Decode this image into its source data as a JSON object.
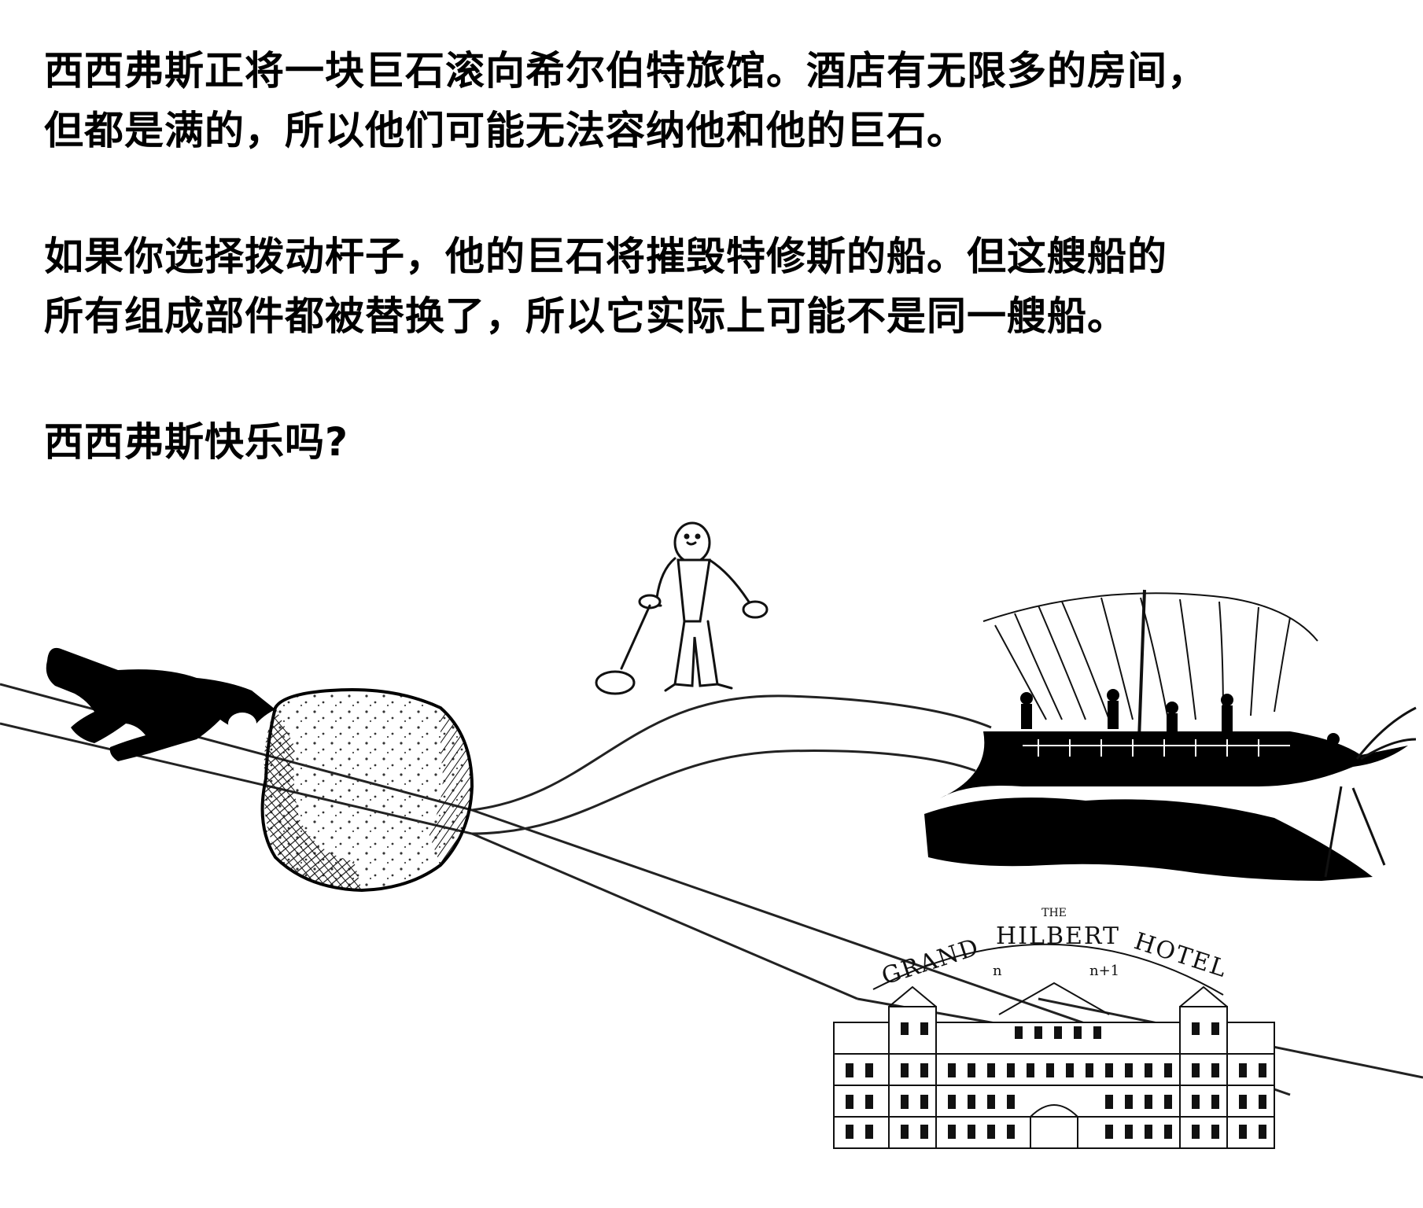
{
  "paragraphs": [
    {
      "lines": [
        "西西弗斯正将一块巨石滚向希尔伯特旅馆。酒店有无限多的房间，",
        "但都是满的，所以他们可能无法容纳他和他的巨石。"
      ]
    },
    {
      "lines": [
        "如果你选择拨动杆子，他的巨石将摧毁特修斯的船。但这艘船的",
        "所有组成部件都被替换了，所以它实际上可能不是同一艘船。"
      ]
    },
    {
      "lines": [
        "西西弗斯快乐吗?"
      ]
    }
  ],
  "hotel_sign": {
    "the": "THE",
    "words": [
      "GRAND",
      "HILBERT",
      "HOTEL"
    ],
    "room_left": "n",
    "room_right": "n+1"
  },
  "colors": {
    "background": "#ffffff",
    "ink": "#000000"
  }
}
